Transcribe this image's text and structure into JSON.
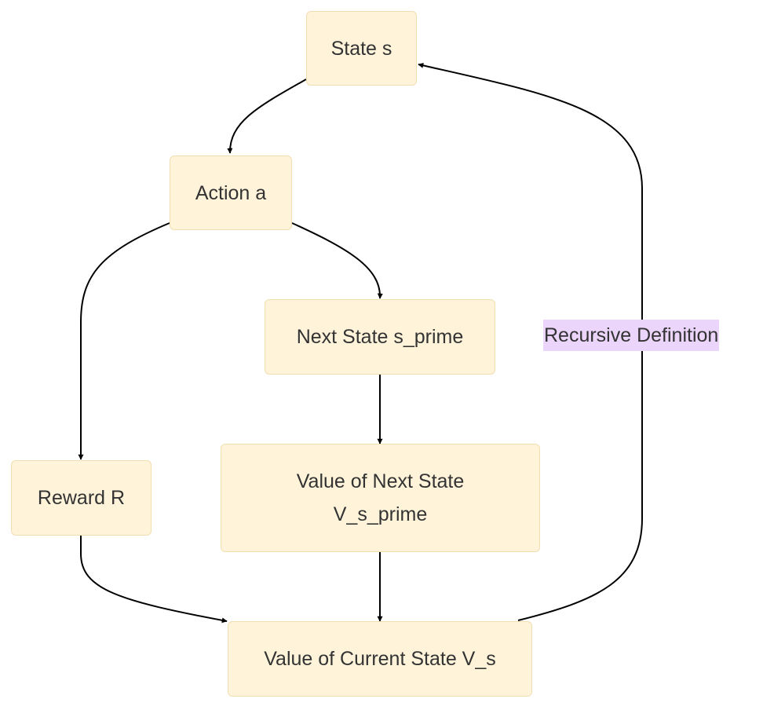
{
  "diagram": {
    "nodes": {
      "state_s": {
        "label": "State s"
      },
      "action_a": {
        "label": "Action a"
      },
      "next_state": {
        "label": "Next State s_prime"
      },
      "reward": {
        "label": "Reward R"
      },
      "value_next": {
        "line1": "Value of Next State",
        "line2": "V_s_prime"
      },
      "value_current": {
        "label": "Value of Current State V_s"
      }
    },
    "edges": [
      {
        "from": "State s",
        "to": "Action a"
      },
      {
        "from": "Action a",
        "to": "Reward R"
      },
      {
        "from": "Action a",
        "to": "Next State s_prime"
      },
      {
        "from": "Next State s_prime",
        "to": "Value of Next State V_s_prime"
      },
      {
        "from": "Reward R",
        "to": "Value of Current State V_s"
      },
      {
        "from": "Value of Next State V_s_prime",
        "to": "Value of Current State V_s"
      },
      {
        "from": "Value of Current State V_s",
        "to": "State s",
        "label": "Recursive Definition"
      }
    ],
    "colors": {
      "node_fill": "#fff3da",
      "node_border": "#f0dfb1",
      "edge_stroke": "#000000",
      "label_background": "#ecd5fb",
      "text": "#333333"
    }
  }
}
